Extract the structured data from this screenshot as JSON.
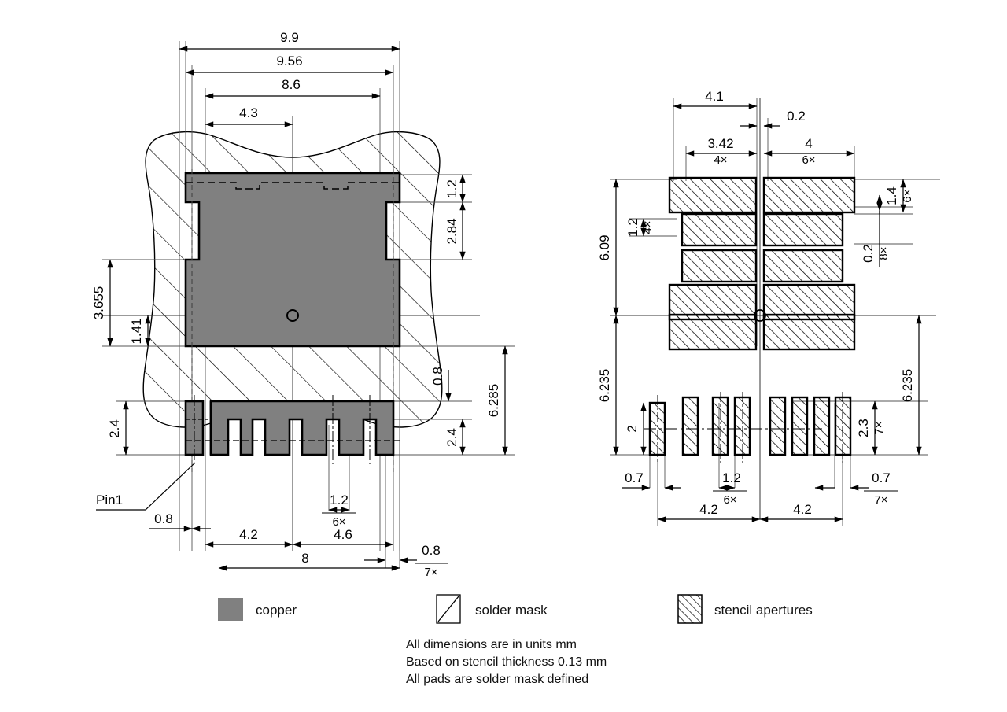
{
  "drawing": {
    "title": "PCB land pattern and stencil aperture drawing",
    "colors": {
      "copper": "#808080",
      "line": "#000000",
      "thin_line": "#555555",
      "background": "#ffffff"
    },
    "left_view": {
      "name": "copper-and-solder-mask-view",
      "pin1_label": "Pin1",
      "top_dimensions": [
        "9.9",
        "9.56",
        "8.6",
        "4.3"
      ],
      "right_dimensions": [
        "1.2",
        "2.84",
        "0.8",
        "2.4",
        "6.285"
      ],
      "left_dimensions": [
        "3.655",
        "1.41",
        "2.4"
      ],
      "bottom_dimensions": [
        "0.8",
        "4.2",
        "4.6",
        "8"
      ],
      "bottom_repeat_dimensions": [
        {
          "value": "1.2",
          "count": "6×"
        },
        {
          "value": "0.8",
          "count": "7×"
        }
      ]
    },
    "right_view": {
      "name": "stencil-aperture-view",
      "top_dimensions": [
        "4.1",
        "0.2"
      ],
      "top_repeat_dimensions": [
        {
          "value": "3.42",
          "count": "4×"
        },
        {
          "value": "4",
          "count": "6×"
        },
        {
          "value": "1.2",
          "count": "4×"
        },
        {
          "value": "1.4",
          "count": "6×"
        },
        {
          "value": "0.2",
          "count": "8×"
        }
      ],
      "left_dimensions": [
        "6.09",
        "6.235",
        "2"
      ],
      "right_dimensions": [
        "6.235"
      ],
      "bottom_dimensions": [
        "0.7",
        "4.2",
        "4.2"
      ],
      "bottom_repeat_dimensions": [
        {
          "value": "2.3",
          "count": "7×"
        },
        {
          "value": "1.2",
          "count": "6×"
        },
        {
          "value": "0.7",
          "count": "7×"
        }
      ]
    },
    "legend": [
      {
        "key": "copper",
        "label": "copper",
        "swatch": "filled-gray"
      },
      {
        "key": "solder-mask",
        "label": "solder mask",
        "swatch": "sparse-hatch"
      },
      {
        "key": "stencil-apertures",
        "label": "stencil apertures",
        "swatch": "dense-hatch"
      }
    ],
    "notes": [
      "All dimensions are in units mm",
      "Based on stencil thickness 0.13 mm",
      "All pads are solder mask defined"
    ]
  }
}
